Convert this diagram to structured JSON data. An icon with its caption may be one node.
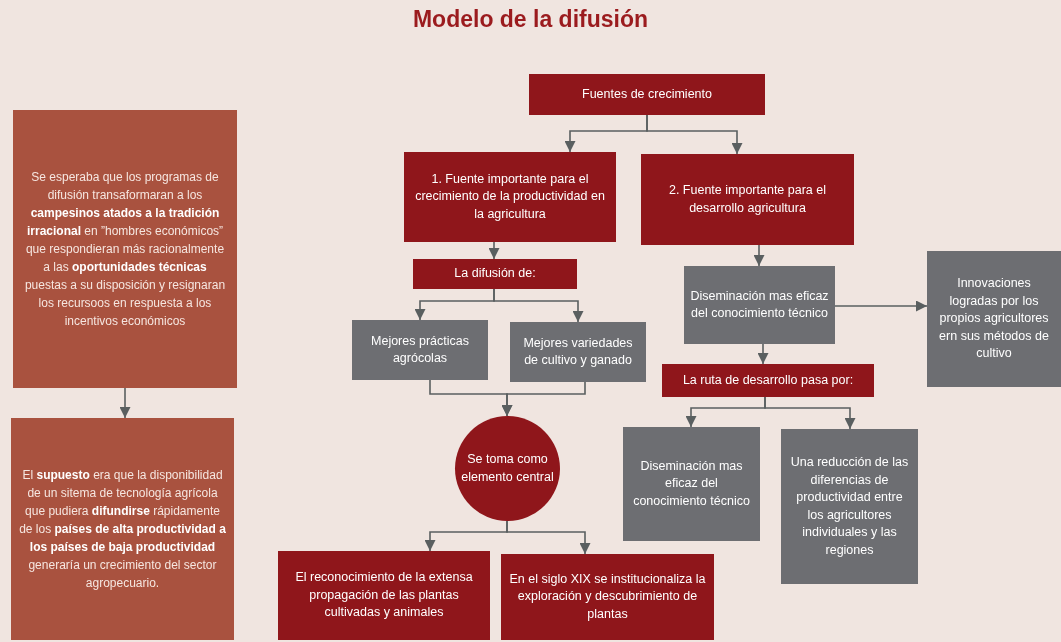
{
  "diagram": {
    "title": "Modelo de la difusión",
    "nodes": [
      {
        "text": [
          "Se esperaba que los programas de difusión transaformaran a los **campesinos atados a la tradición irracional** en ”hombres económicos” que respondieran más racionalmente a las **oportunidades técnicas** puestas a su disposición y resignaran los recursoos en respuesta a los incentivos económicos"
        ]
      },
      {
        "text": [
          "El **supuesto** era que la disponibilidad de un sitema de tecnología agrícola que pudiera **difundirse** rápidamente de los **países de alta productividad a los países de baja productividad** generaría un crecimiento del sector agropecuario."
        ]
      },
      {
        "text": [
          "Fuentes de crecimiento"
        ]
      },
      {
        "text": [
          "1. Fuente importante para el crecimiento de la productividad en la agricultura"
        ]
      },
      {
        "text": [
          "2. Fuente importante para el desarrollo agricultura"
        ]
      },
      {
        "text": [
          "La difusión de:"
        ]
      },
      {
        "text": [
          "Mejores prácticas agrócolas"
        ]
      },
      {
        "text": [
          "Mejores variedades de cultivo y ganado"
        ]
      },
      {
        "text": [
          "Se toma como elemento central"
        ]
      },
      {
        "text": [
          "El reconocimiento de la extensa propagación de las plantas cultivadas y animales"
        ]
      },
      {
        "text": [
          "En el siglo XIX se institucionaliza la exploración y descubrimiento de plantas"
        ]
      },
      {
        "text": [
          "Diseminación mas eficaz del conocimiento técnico"
        ]
      },
      {
        "text": [
          "Innovaciones logradas por los propios agricultores ern sus métodos de cultivo"
        ]
      },
      {
        "text": [
          "La ruta de desarrollo pasa por:"
        ]
      },
      {
        "text": [
          "Diseminación mas eficaz del conocimiento técnico"
        ]
      },
      {
        "text": [
          "Una reducción de las diferencias de productividad entre los agricultores individuales y las regiones"
        ]
      }
    ],
    "edges": [
      {
        "from": 0,
        "to": 1,
        "arrow": "to"
      },
      {
        "from": 2,
        "to": 3,
        "arrow": "to"
      },
      {
        "from": 2,
        "to": 4,
        "arrow": "to"
      },
      {
        "from": 3,
        "to": 5,
        "arrow": "to"
      },
      {
        "from": 5,
        "to": 6,
        "arrow": "to"
      },
      {
        "from": 5,
        "to": 7,
        "arrow": "to"
      },
      {
        "from": 6,
        "to": 8,
        "arrow": "to"
      },
      {
        "from": 7,
        "to": 8,
        "arrow": "to"
      },
      {
        "from": 8,
        "to": 9,
        "arrow": "to"
      },
      {
        "from": 8,
        "to": 10,
        "arrow": "to"
      },
      {
        "from": 4,
        "to": 11,
        "arrow": "to"
      },
      {
        "from": 11,
        "to": 12,
        "arrow": "to"
      },
      {
        "from": 11,
        "to": 13,
        "arrow": "to"
      },
      {
        "from": 13,
        "to": 14,
        "arrow": "to"
      },
      {
        "from": 13,
        "to": 15,
        "arrow": "to"
      }
    ]
  }
}
